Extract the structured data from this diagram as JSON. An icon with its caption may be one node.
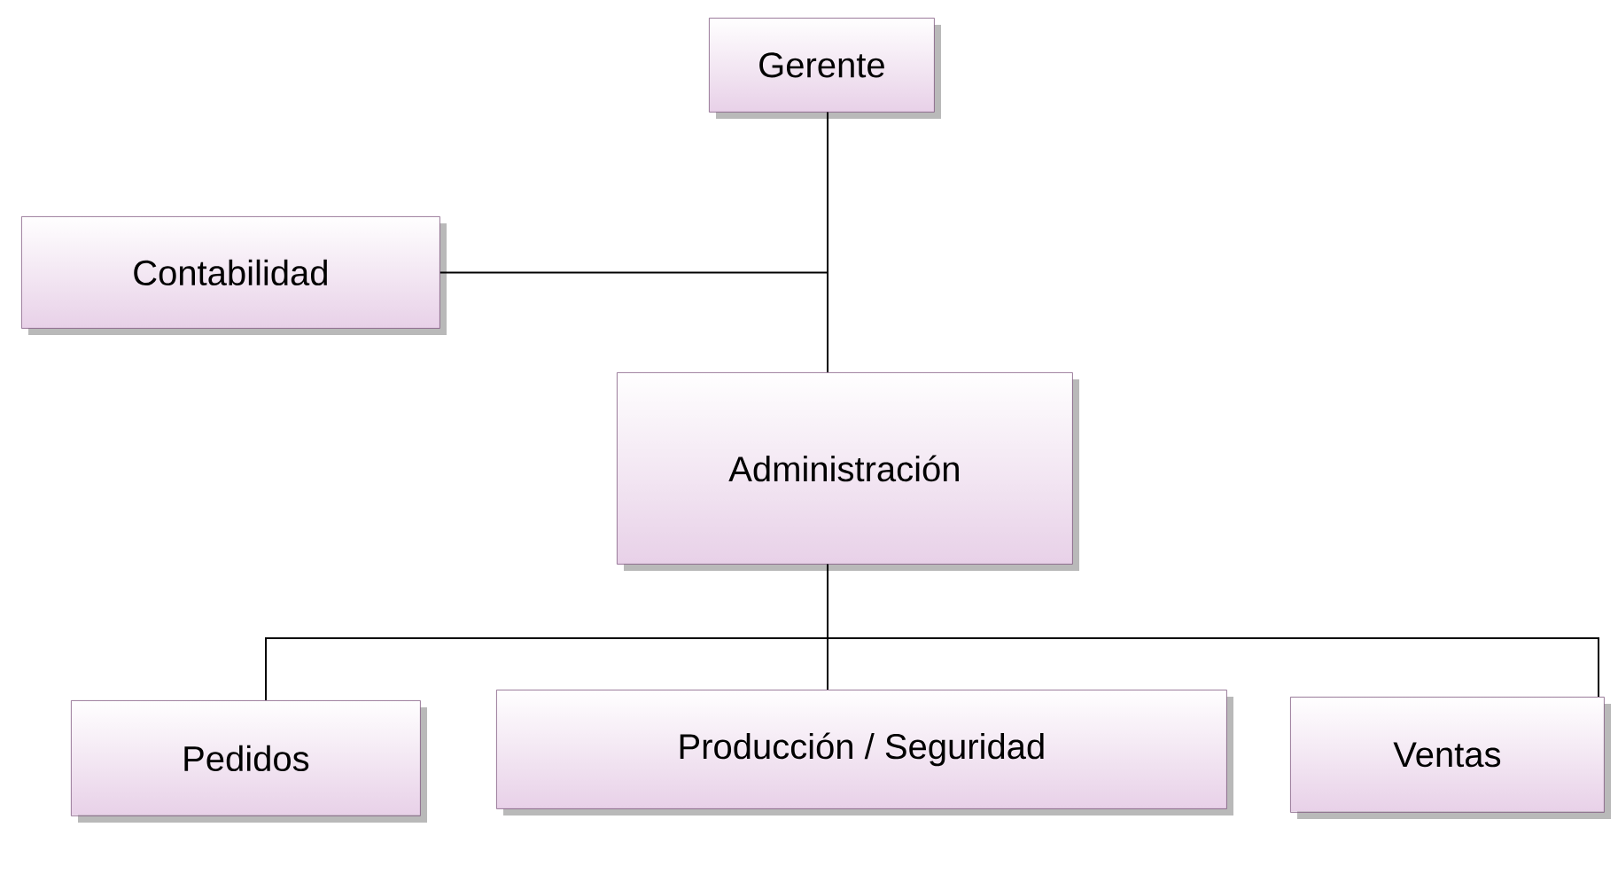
{
  "diagram": {
    "nodes": [
      {
        "text": [
          "Gerente"
        ]
      },
      {
        "text": [
          "Contabilidad"
        ]
      },
      {
        "text": [
          "Administración"
        ]
      },
      {
        "text": [
          "Pedidos"
        ]
      },
      {
        "text": [
          "Producción / Seguridad"
        ]
      },
      {
        "text": [
          "Ventas"
        ]
      }
    ],
    "edges": [
      {
        "from": 0,
        "to": 2,
        "arrow": "none"
      },
      {
        "from": 1,
        "to": 0,
        "arrow": "none"
      },
      {
        "from": 2,
        "to": 3,
        "arrow": "none"
      },
      {
        "from": 2,
        "to": 4,
        "arrow": "none"
      },
      {
        "from": 2,
        "to": 5,
        "arrow": "none"
      }
    ]
  }
}
